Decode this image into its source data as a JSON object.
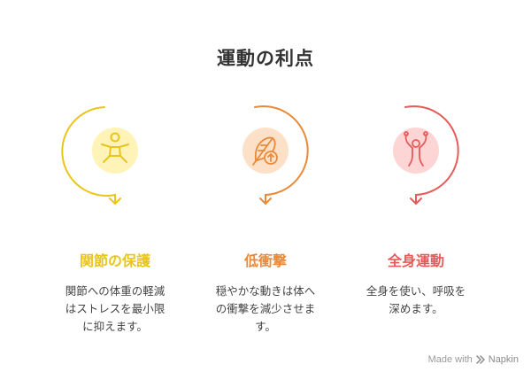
{
  "title": "運動の利点",
  "cards": [
    {
      "title": "関節の保護",
      "desc_lines": [
        "関節への体重の軽減",
        "はストレスを最小限",
        "に抑えます。"
      ],
      "icon": "person-stretching-icon",
      "color": "#e9c51c",
      "fill": "#fff3b8"
    },
    {
      "title": "低衝撃",
      "desc_lines": [
        "穏やかな動きは体へ",
        "の衝撃を減少させま",
        "す。"
      ],
      "icon": "feather-arrow-up-icon",
      "color": "#e88a3a",
      "fill": "#fde0c8"
    },
    {
      "title": "全身運動",
      "desc_lines": [
        "全身を使い、呼吸を",
        "深めます。"
      ],
      "icon": "body-flex-icon",
      "color": "#e85a5a",
      "fill": "#fdd5d5"
    }
  ],
  "watermark": {
    "prefix": "Made with",
    "brand": "Napkin"
  }
}
